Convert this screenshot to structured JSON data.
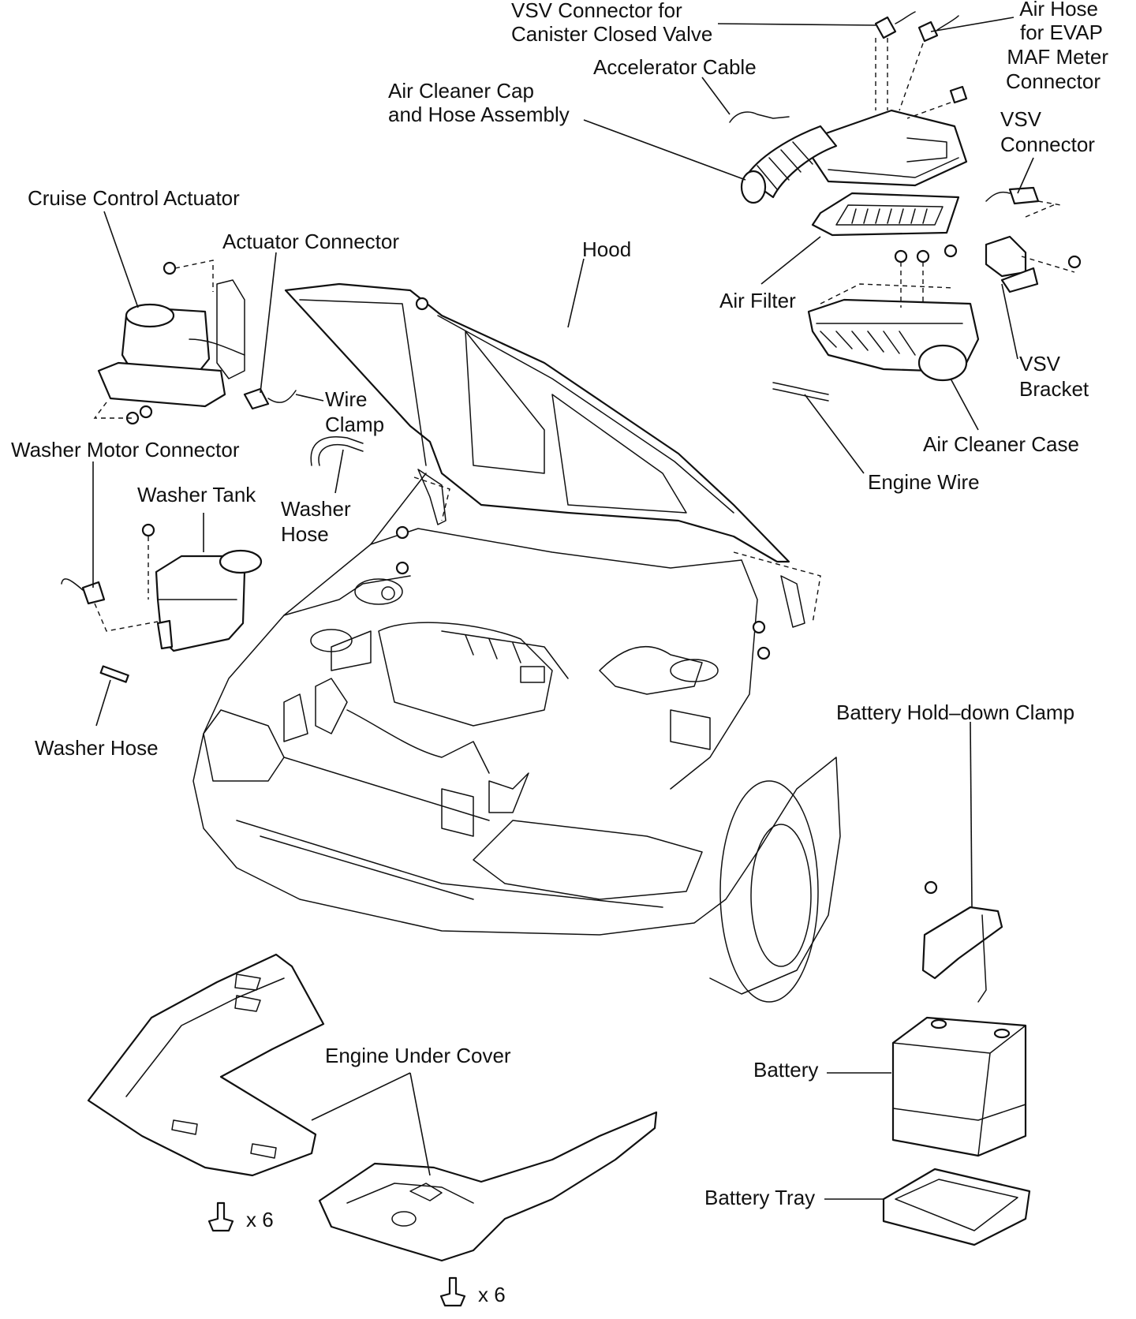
{
  "labels": {
    "vsv_canister_1": "VSV Connector for",
    "vsv_canister_2": "Canister Closed Valve",
    "air_hose_1": "Air Hose",
    "air_hose_2": "for EVAP",
    "maf_1": "MAF Meter",
    "maf_2": "Connector",
    "accelerator_cable": "Accelerator Cable",
    "air_cleaner_cap_1": "Air Cleaner Cap",
    "air_cleaner_cap_2": "and Hose Assembly",
    "vsv_connector_1": "VSV",
    "vsv_connector_2": "Connector",
    "cruise_control_actuator": "Cruise Control Actuator",
    "actuator_connector": "Actuator Connector",
    "hood": "Hood",
    "air_filter": "Air Filter",
    "vsv_bracket_1": "VSV",
    "vsv_bracket_2": "Bracket",
    "wire_clamp_1": "Wire",
    "wire_clamp_2": "Clamp",
    "washer_motor_connector": "Washer Motor Connector",
    "air_cleaner_case": "Air Cleaner Case",
    "washer_tank": "Washer Tank",
    "washer_hose_upper_1": "Washer",
    "washer_hose_upper_2": "Hose",
    "engine_wire": "Engine Wire",
    "battery_hold_down_clamp": "Battery Hold–down Clamp",
    "washer_hose_lower": "Washer Hose",
    "engine_under_cover": "Engine Under Cover",
    "battery": "Battery",
    "battery_tray": "Battery Tray",
    "qty_left": "x 6",
    "qty_bottom": "x 6"
  }
}
